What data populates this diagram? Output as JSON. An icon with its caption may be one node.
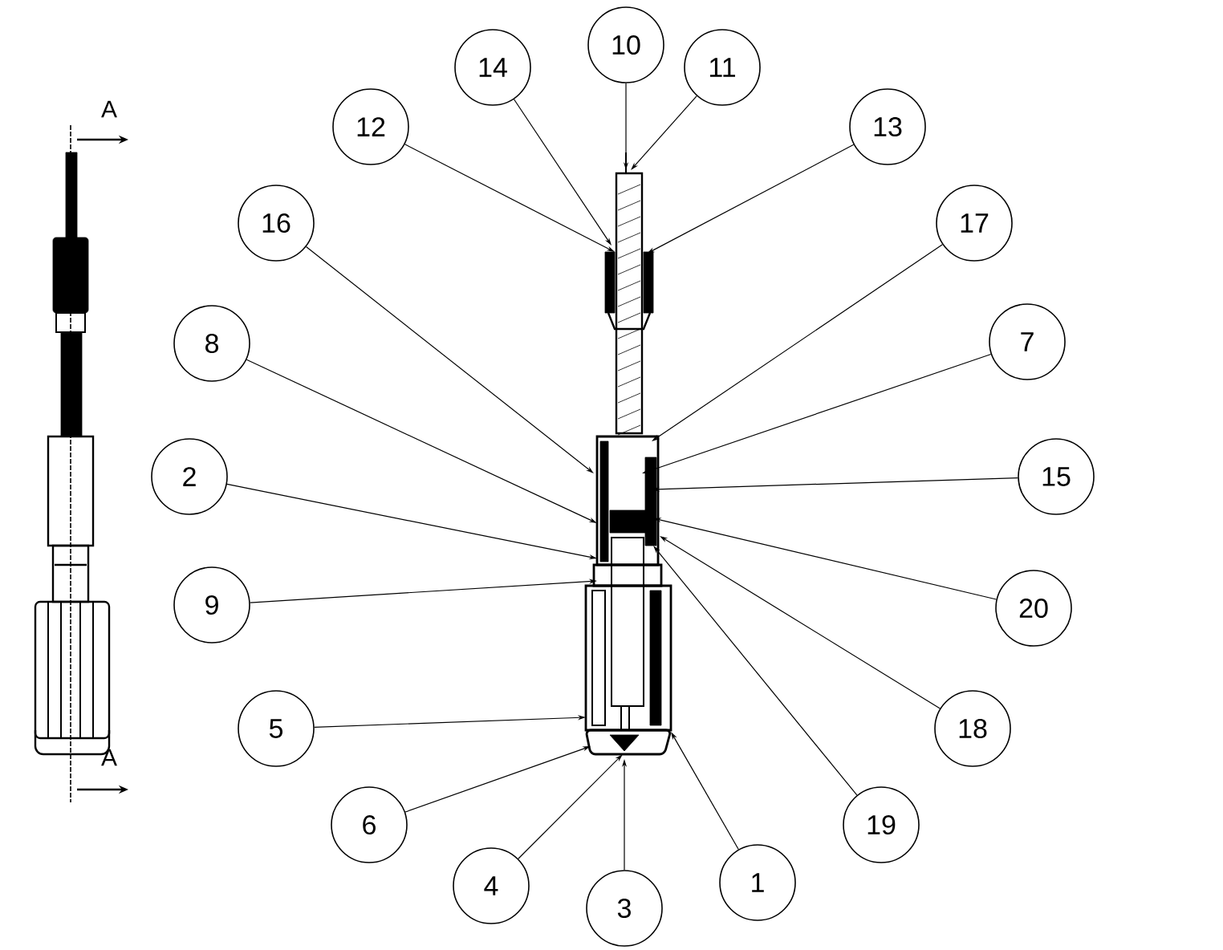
{
  "diagram": {
    "nodes": [
      {
        "text": [
          "10"
        ]
      },
      {
        "text": [
          "14"
        ]
      },
      {
        "text": [
          "11"
        ]
      },
      {
        "text": [
          "12"
        ]
      },
      {
        "text": [
          "13"
        ]
      },
      {
        "text": [
          "16"
        ]
      },
      {
        "text": [
          "17"
        ]
      },
      {
        "text": [
          "8"
        ]
      },
      {
        "text": [
          "7"
        ]
      },
      {
        "text": [
          "2"
        ]
      },
      {
        "text": [
          "15"
        ]
      },
      {
        "text": [
          "9"
        ]
      },
      {
        "text": [
          "20"
        ]
      },
      {
        "text": [
          "5"
        ]
      },
      {
        "text": [
          "18"
        ]
      },
      {
        "text": [
          "6"
        ]
      },
      {
        "text": [
          "19"
        ]
      },
      {
        "text": [
          "4"
        ]
      },
      {
        "text": [
          "1"
        ]
      },
      {
        "text": [
          "3"
        ]
      },
      {
        "text": [],
        "shape": "picture"
      }
    ],
    "edges": [
      {
        "from": 0,
        "to": 20,
        "arrow": "to"
      },
      {
        "from": 1,
        "to": 20,
        "arrow": "to"
      },
      {
        "from": 2,
        "to": 20,
        "arrow": "to"
      },
      {
        "from": 3,
        "to": 20,
        "arrow": "to"
      },
      {
        "from": 4,
        "to": 20,
        "arrow": "to"
      },
      {
        "from": 5,
        "to": 20,
        "arrow": "to"
      },
      {
        "from": 6,
        "to": 20,
        "arrow": "to"
      },
      {
        "from": 7,
        "to": 20,
        "arrow": "to"
      },
      {
        "from": 8,
        "to": 20,
        "arrow": "to"
      },
      {
        "from": 9,
        "to": 20,
        "arrow": "to"
      },
      {
        "from": 10,
        "to": 20,
        "arrow": "to"
      },
      {
        "from": 11,
        "to": 20,
        "arrow": "to"
      },
      {
        "from": 12,
        "to": 20,
        "arrow": "to"
      },
      {
        "from": 13,
        "to": 20,
        "arrow": "to"
      },
      {
        "from": 14,
        "to": 20,
        "arrow": "to"
      },
      {
        "from": 15,
        "to": 20,
        "arrow": "to"
      },
      {
        "from": 16,
        "to": 20,
        "arrow": "to"
      },
      {
        "from": 17,
        "to": 20,
        "arrow": "to"
      },
      {
        "from": 18,
        "to": 20,
        "arrow": "to"
      },
      {
        "from": 19,
        "to": 20,
        "arrow": "to"
      }
    ],
    "labels": [
      "A",
      "A"
    ]
  }
}
